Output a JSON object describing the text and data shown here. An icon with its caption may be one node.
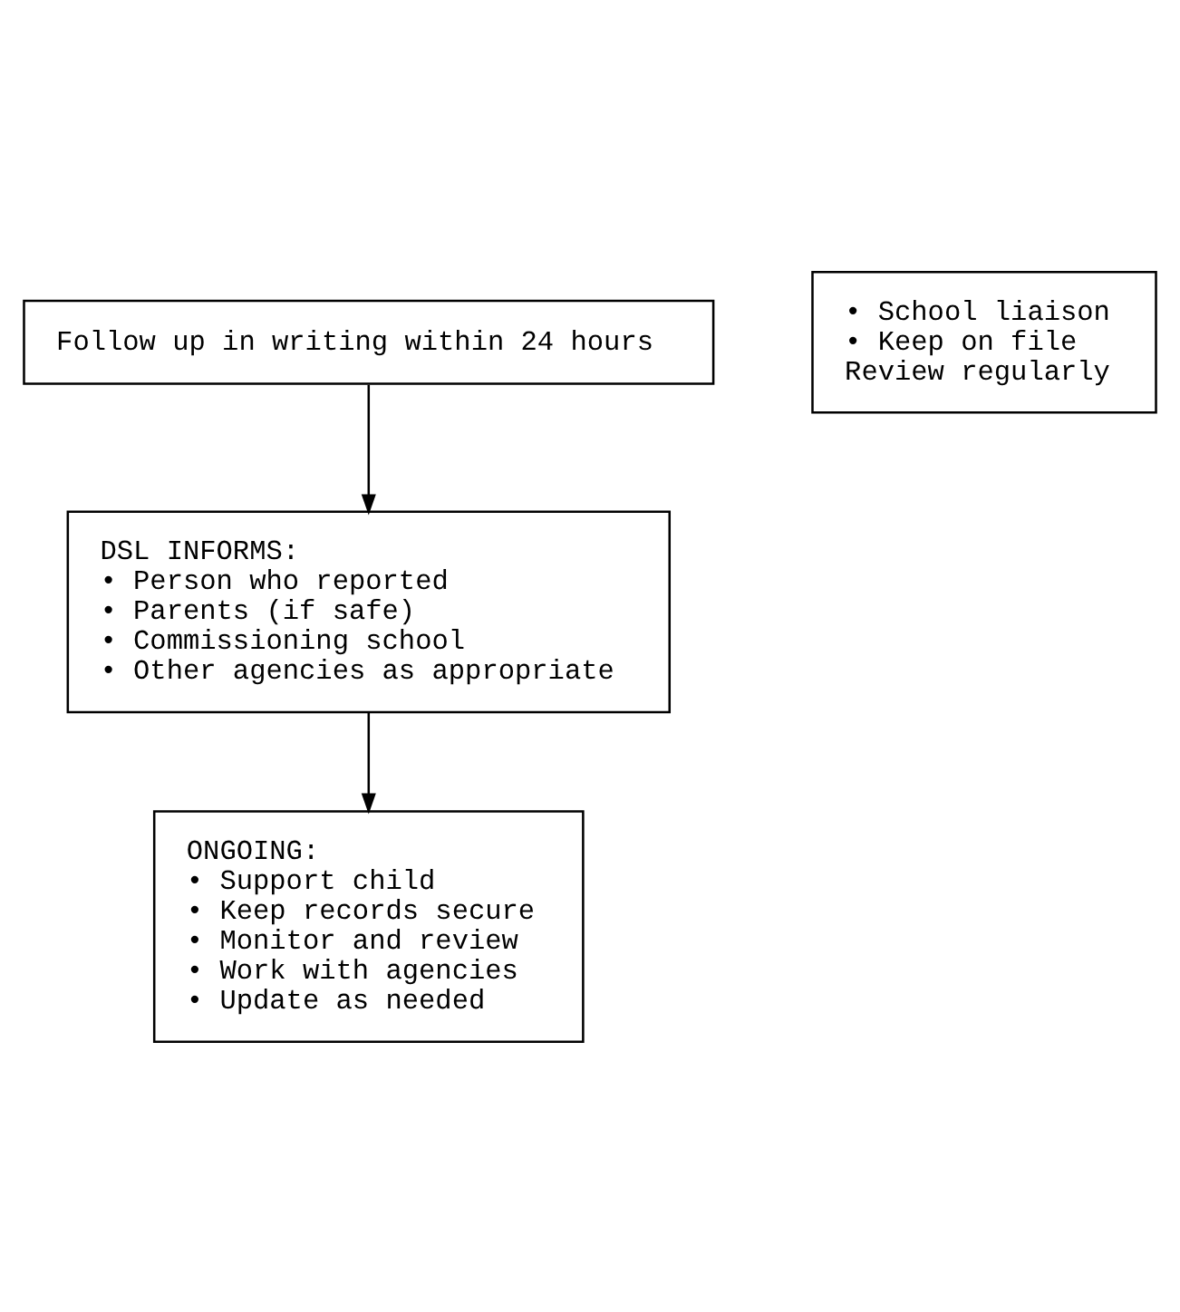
{
  "diagram": {
    "nodes": [
      {
        "text": [
          "Follow up in writing within 24 hours"
        ]
      },
      {
        "text": [
          "• School liaison",
          "• Keep on file",
          "Review regularly"
        ]
      },
      {
        "text": [
          "DSL INFORMS:",
          "• Person who reported",
          "• Parents (if safe)",
          "• Commissioning school",
          "• Other agencies as appropriate"
        ]
      },
      {
        "text": [
          "ONGOING:",
          "• Support child",
          "• Keep records secure",
          "• Monitor and review",
          "• Work with agencies",
          "• Update as needed"
        ]
      }
    ],
    "edges": [
      {
        "from": 0,
        "to": 2,
        "arrow": "to"
      },
      {
        "from": 2,
        "to": 3,
        "arrow": "to"
      }
    ]
  }
}
